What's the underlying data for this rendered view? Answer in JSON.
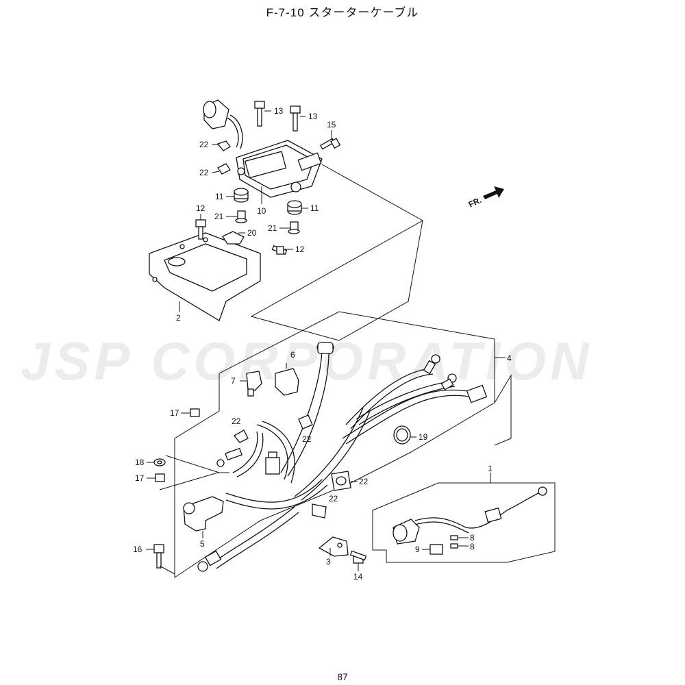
{
  "title": "F-7-10 スターターケーブル",
  "page_number": "87",
  "watermark": "JSP CORPORATION",
  "direction_label": "FR.",
  "callouts": {
    "c1": "1",
    "c2": "2",
    "c3": "3",
    "c4": "4",
    "c5": "5",
    "c6": "6",
    "c7": "7",
    "c8a": "8",
    "c8b": "8",
    "c9": "9",
    "c10": "10",
    "c11a": "11",
    "c11b": "11",
    "c12a": "12",
    "c12b": "12",
    "c13a": "13",
    "c13b": "13",
    "c14": "14",
    "c15": "15",
    "c16": "16",
    "c17a": "17",
    "c17b": "17",
    "c18": "18",
    "c19": "19",
    "c20": "20",
    "c21a": "21",
    "c21b": "21",
    "c22a": "22",
    "c22b": "22",
    "c22c": "22",
    "c22d": "22",
    "c22e": "22",
    "c22f": "22"
  }
}
